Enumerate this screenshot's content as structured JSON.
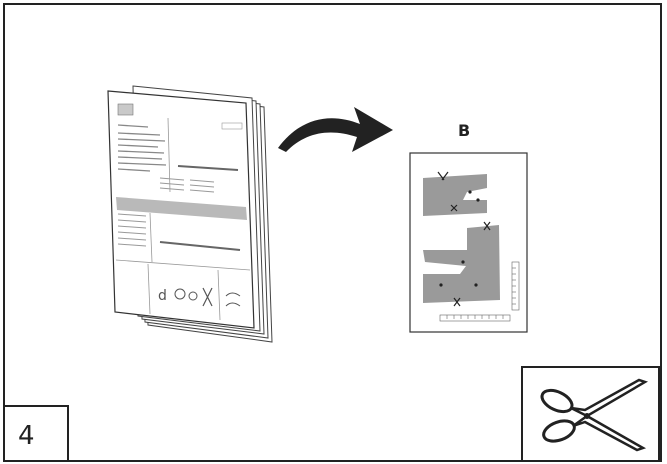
{
  "step": {
    "number": "4"
  },
  "sheet": {
    "label": "B"
  },
  "icons": {
    "manual": "booklet-icon",
    "arrow": "curved-arrow-icon",
    "template": "cutout-template-sheet",
    "scissors": "scissors-icon"
  },
  "colors": {
    "border": "#222222",
    "template_fill": "#9a9a9a",
    "page_band": "#b9b9b9"
  }
}
